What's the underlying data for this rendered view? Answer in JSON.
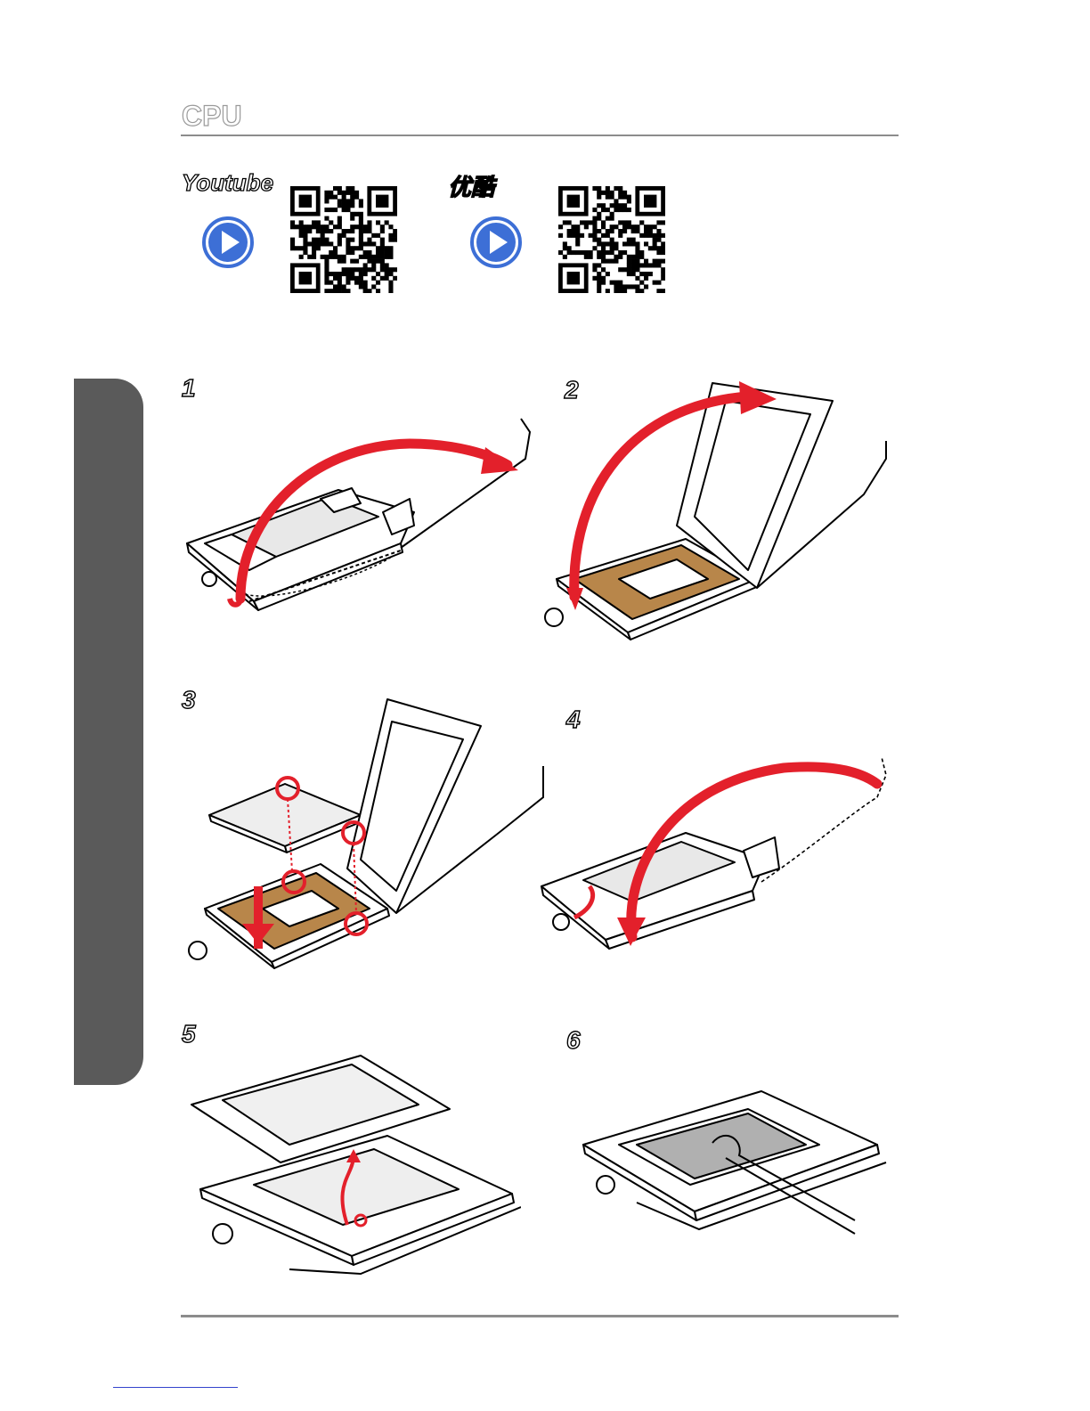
{
  "page": {
    "title": "CPU"
  },
  "videos": [
    {
      "label": "Youtube",
      "icon": "play-icon",
      "qr": "qr-code"
    },
    {
      "label": "优酷",
      "icon": "play-icon",
      "qr": "qr-code"
    }
  ],
  "steps": [
    {
      "number": "1"
    },
    {
      "number": "2"
    },
    {
      "number": "3"
    },
    {
      "number": "4"
    },
    {
      "number": "5"
    },
    {
      "number": "6"
    }
  ],
  "colors": {
    "accent_red": "#e3202b",
    "play_blue": "#3d6fd6",
    "socket_brown": "#b8864a",
    "side_tab": "#5a5a5a"
  }
}
